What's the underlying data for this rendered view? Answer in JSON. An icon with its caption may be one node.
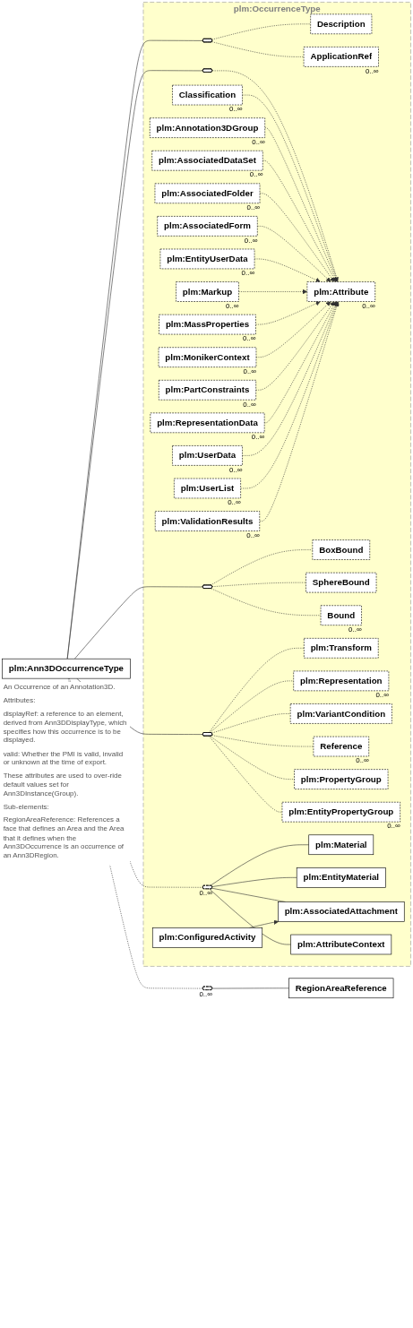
{
  "diagram": {
    "nodes": [
      {
        "text": [
          "plm:Ann3DOccurrenceType"
        ],
        "beside": [
          "An Occurrence of an Annotation3D.",
          "Attributes:",
          "displayRef: a reference to an element, derived from Ann3DDisplayType, which specifies how this occurrence is to be displayed.",
          "valid: Whether the PMI is valid, invalid or unknown at the time of export.",
          "These attributes are used to over-ride default values set for Ann3DInstance(Group).",
          "Sub-elements:",
          "RegionAreaReference: References a face that defines an Area and the Area that it defines when the Ann3DOccurrence is an occurrence of an Ann3DRegion."
        ]
      },
      {
        "text": [
          "plm:OccurrenceType"
        ]
      },
      {
        "text": [],
        "shape": "octagon",
        "in": 1
      },
      {
        "text": [
          "Description"
        ],
        "in": 1
      },
      {
        "text": [
          "ApplicationRef"
        ],
        "beside": [
          "0..∞"
        ],
        "in": 1
      },
      {
        "text": [],
        "shape": "octagon",
        "in": 1
      },
      {
        "text": [
          "plm:Attribute"
        ],
        "beside": [
          "0..∞"
        ],
        "in": 1
      },
      {
        "text": [
          "Classification"
        ],
        "beside": [
          "0..∞"
        ],
        "in": 1
      },
      {
        "text": [
          "plm:Annotation3DGroup"
        ],
        "beside": [
          "0..∞"
        ],
        "in": 1
      },
      {
        "text": [
          "plm:AssociatedDataSet"
        ],
        "beside": [
          "0..∞"
        ],
        "in": 1
      },
      {
        "text": [
          "plm:AssociatedFolder"
        ],
        "beside": [
          "0..∞"
        ],
        "in": 1
      },
      {
        "text": [
          "plm:AssociatedForm"
        ],
        "beside": [
          "0..∞"
        ],
        "in": 1
      },
      {
        "text": [
          "plm:EntityUserData"
        ],
        "beside": [
          "0..∞"
        ],
        "in": 1
      },
      {
        "text": [
          "plm:Markup"
        ],
        "beside": [
          "0..∞"
        ],
        "in": 1
      },
      {
        "text": [
          "plm:MassProperties"
        ],
        "beside": [
          "0..∞"
        ],
        "in": 1
      },
      {
        "text": [
          "plm:MonikerContext"
        ],
        "beside": [
          "0..∞"
        ],
        "in": 1
      },
      {
        "text": [
          "plm:PartConstraints"
        ],
        "beside": [
          "0..∞"
        ],
        "in": 1
      },
      {
        "text": [
          "plm:RepresentationData"
        ],
        "beside": [
          "0..∞"
        ],
        "in": 1
      },
      {
        "text": [
          "plm:UserData"
        ],
        "beside": [
          "0..∞"
        ],
        "in": 1
      },
      {
        "text": [
          "plm:UserList"
        ],
        "beside": [
          "0..∞"
        ],
        "in": 1
      },
      {
        "text": [
          "plm:ValidationResults"
        ],
        "beside": [
          "0..∞"
        ],
        "in": 1
      },
      {
        "text": [],
        "shape": "octagon",
        "in": 1
      },
      {
        "text": [
          "BoxBound"
        ],
        "in": 1
      },
      {
        "text": [
          "SphereBound"
        ],
        "in": 1
      },
      {
        "text": [
          "Bound"
        ],
        "beside": [
          "0..∞"
        ],
        "in": 1
      },
      {
        "text": [],
        "shape": "octagon",
        "in": 1
      },
      {
        "text": [
          "plm:Transform"
        ],
        "in": 1
      },
      {
        "text": [
          "plm:Representation"
        ],
        "beside": [
          "0..∞"
        ],
        "in": 1
      },
      {
        "text": [
          "plm:VariantCondition"
        ],
        "in": 1
      },
      {
        "text": [
          "Reference"
        ],
        "beside": [
          "0..∞"
        ],
        "in": 1
      },
      {
        "text": [
          "plm:PropertyGroup"
        ],
        "in": 1
      },
      {
        "text": [
          "plm:EntityPropertyGroup"
        ],
        "beside": [
          "0..∞"
        ],
        "in": 1
      },
      {
        "text": [],
        "shape": "octagon",
        "beside": [
          "0..∞"
        ],
        "in": 1
      },
      {
        "text": [
          "plm:Material"
        ],
        "in": 1
      },
      {
        "text": [
          "plm:EntityMaterial"
        ],
        "in": 1
      },
      {
        "text": [
          "plm:AssociatedAttachment"
        ],
        "in": 1
      },
      {
        "text": [
          "plm:ConfiguredActivity"
        ],
        "in": 1
      },
      {
        "text": [
          "plm:AttributeContext"
        ],
        "in": 1
      },
      {
        "text": [],
        "shape": "octagon",
        "beside": [
          "0..∞"
        ]
      },
      {
        "text": [
          "RegionAreaReference"
        ]
      }
    ],
    "edges": [
      {
        "from": 0,
        "to": 2,
        "arrow": "none"
      },
      {
        "from": 2,
        "to": 3,
        "arrow": "none",
        "style": "dashed"
      },
      {
        "from": 2,
        "to": 4,
        "arrow": "none",
        "style": "dashed"
      },
      {
        "from": 0,
        "to": 5,
        "arrow": "none"
      },
      {
        "from": 5,
        "to": 6,
        "arrow": "none",
        "style": "dashed"
      },
      {
        "from": 7,
        "to": 6,
        "arrow": "to",
        "style": "dashed"
      },
      {
        "from": 8,
        "to": 6,
        "arrow": "to",
        "style": "dashed"
      },
      {
        "from": 9,
        "to": 6,
        "arrow": "to",
        "style": "dashed"
      },
      {
        "from": 10,
        "to": 6,
        "arrow": "to",
        "style": "dashed"
      },
      {
        "from": 11,
        "to": 6,
        "arrow": "to",
        "style": "dashed"
      },
      {
        "from": 12,
        "to": 6,
        "arrow": "to",
        "style": "dashed"
      },
      {
        "from": 13,
        "to": 6,
        "arrow": "to",
        "style": "dashed"
      },
      {
        "from": 14,
        "to": 6,
        "arrow": "to",
        "style": "dashed"
      },
      {
        "from": 15,
        "to": 6,
        "arrow": "to",
        "style": "dashed"
      },
      {
        "from": 16,
        "to": 6,
        "arrow": "to",
        "style": "dashed"
      },
      {
        "from": 17,
        "to": 6,
        "arrow": "to",
        "style": "dashed"
      },
      {
        "from": 18,
        "to": 6,
        "arrow": "to",
        "style": "dashed"
      },
      {
        "from": 19,
        "to": 6,
        "arrow": "to",
        "style": "dashed"
      },
      {
        "from": 20,
        "to": 6,
        "arrow": "to",
        "style": "dashed"
      },
      {
        "from": 0,
        "to": 21,
        "arrow": "none"
      },
      {
        "from": 21,
        "to": 22,
        "arrow": "none",
        "style": "dashed"
      },
      {
        "from": 21,
        "to": 23,
        "arrow": "none",
        "style": "dashed"
      },
      {
        "from": 21,
        "to": 24,
        "arrow": "none",
        "style": "dashed"
      },
      {
        "from": 0,
        "to": 25,
        "arrow": "none"
      },
      {
        "from": 25,
        "to": 26,
        "arrow": "none",
        "style": "dashed"
      },
      {
        "from": 25,
        "to": 27,
        "arrow": "none",
        "style": "dashed"
      },
      {
        "from": 25,
        "to": 28,
        "arrow": "none",
        "style": "dashed"
      },
      {
        "from": 25,
        "to": 29,
        "arrow": "none",
        "style": "dashed"
      },
      {
        "from": 25,
        "to": 30,
        "arrow": "none",
        "style": "dashed"
      },
      {
        "from": 25,
        "to": 31,
        "arrow": "none",
        "style": "dashed"
      },
      {
        "from": 0,
        "to": 32,
        "arrow": "none",
        "style": "dashed"
      },
      {
        "from": 32,
        "to": 33,
        "arrow": "none"
      },
      {
        "from": 32,
        "to": 34,
        "arrow": "none"
      },
      {
        "from": 32,
        "to": 35,
        "arrow": "none"
      },
      {
        "from": 36,
        "to": 35,
        "arrow": "to"
      },
      {
        "from": 32,
        "to": 37,
        "arrow": "none"
      },
      {
        "from": 0,
        "to": 38,
        "arrow": "none",
        "style": "dashed"
      },
      {
        "from": 38,
        "to": 39,
        "arrow": "none"
      }
    ]
  }
}
